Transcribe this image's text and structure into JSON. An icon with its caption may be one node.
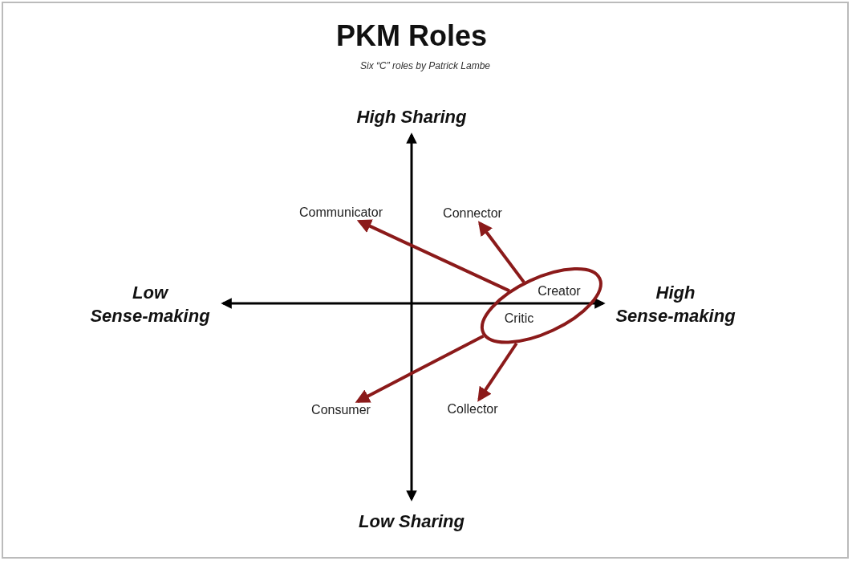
{
  "diagram": {
    "title": "PKM Roles",
    "nodes": [
      {
        "text": [
          "Communicator"
        ]
      },
      {
        "text": [
          "Connector"
        ]
      },
      {
        "text": [
          "Creator",
          "Critic"
        ]
      },
      {
        "text": [
          "Consumer"
        ]
      },
      {
        "text": [
          "Collector"
        ]
      }
    ],
    "edges": [
      {
        "from": 2,
        "to": 0,
        "arrow": "to"
      },
      {
        "from": 2,
        "to": 1,
        "arrow": "to"
      },
      {
        "from": 2,
        "to": 3,
        "arrow": "to"
      },
      {
        "from": 2,
        "to": 4,
        "arrow": "to"
      }
    ],
    "labels": [
      "Six “C” roles by Patrick Lambe",
      "High Sharing",
      "Low Sense-making",
      "High Sense-making",
      "Low Sharing"
    ]
  }
}
